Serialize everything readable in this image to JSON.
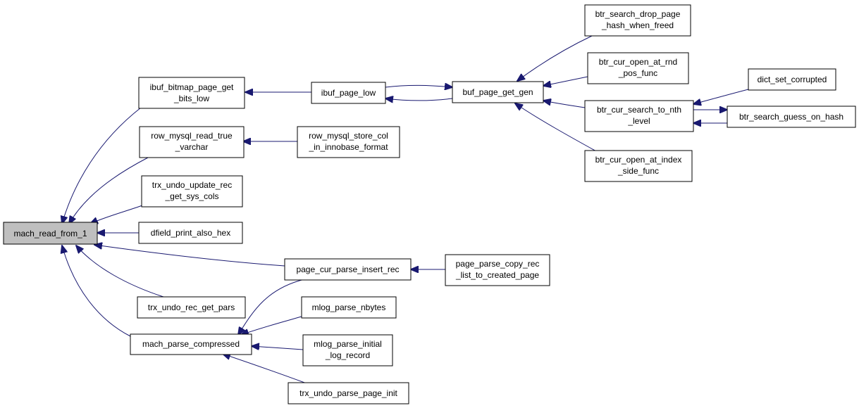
{
  "graph": {
    "colors": {
      "edge": "#191970",
      "node_border": "#000000",
      "root_fill": "#bfbfbf",
      "node_fill": "#ffffff"
    },
    "nodes": {
      "root": [
        "mach_read_from_1"
      ],
      "ibuf_bitmap": [
        "ibuf_bitmap_page_get",
        "_bits_low"
      ],
      "row_mysql_read": [
        "row_mysql_read_true",
        "_varchar"
      ],
      "trx_undo_update": [
        "trx_undo_update_rec",
        "_get_sys_cols"
      ],
      "dfield_print": [
        "dfield_print_also_hex"
      ],
      "trx_undo_rec_get_pars": [
        "trx_undo_rec_get_pars"
      ],
      "mach_parse_compressed": [
        "mach_parse_compressed"
      ],
      "ibuf_page_low": [
        "ibuf_page_low"
      ],
      "row_mysql_store": [
        "row_mysql_store_col",
        "_in_innobase_format"
      ],
      "page_cur_parse": [
        "page_cur_parse_insert_rec"
      ],
      "mlog_parse_nbytes": [
        "mlog_parse_nbytes"
      ],
      "mlog_parse_initial": [
        "mlog_parse_initial",
        "_log_record"
      ],
      "trx_undo_parse_page_init": [
        "trx_undo_parse_page_init"
      ],
      "buf_page_get_gen": [
        "buf_page_get_gen"
      ],
      "page_parse_copy": [
        "page_parse_copy_rec",
        "_list_to_created_page"
      ],
      "btr_search_drop": [
        "btr_search_drop_page",
        "_hash_when_freed"
      ],
      "btr_cur_open_rnd": [
        "btr_cur_open_at_rnd",
        "_pos_func"
      ],
      "btr_cur_search": [
        "btr_cur_search_to_nth",
        "_level"
      ],
      "btr_cur_open_index": [
        "btr_cur_open_at_index",
        "_side_func"
      ],
      "dict_set_corrupted": [
        "dict_set_corrupted"
      ],
      "btr_search_guess": [
        "btr_search_guess_on_hash"
      ]
    }
  }
}
